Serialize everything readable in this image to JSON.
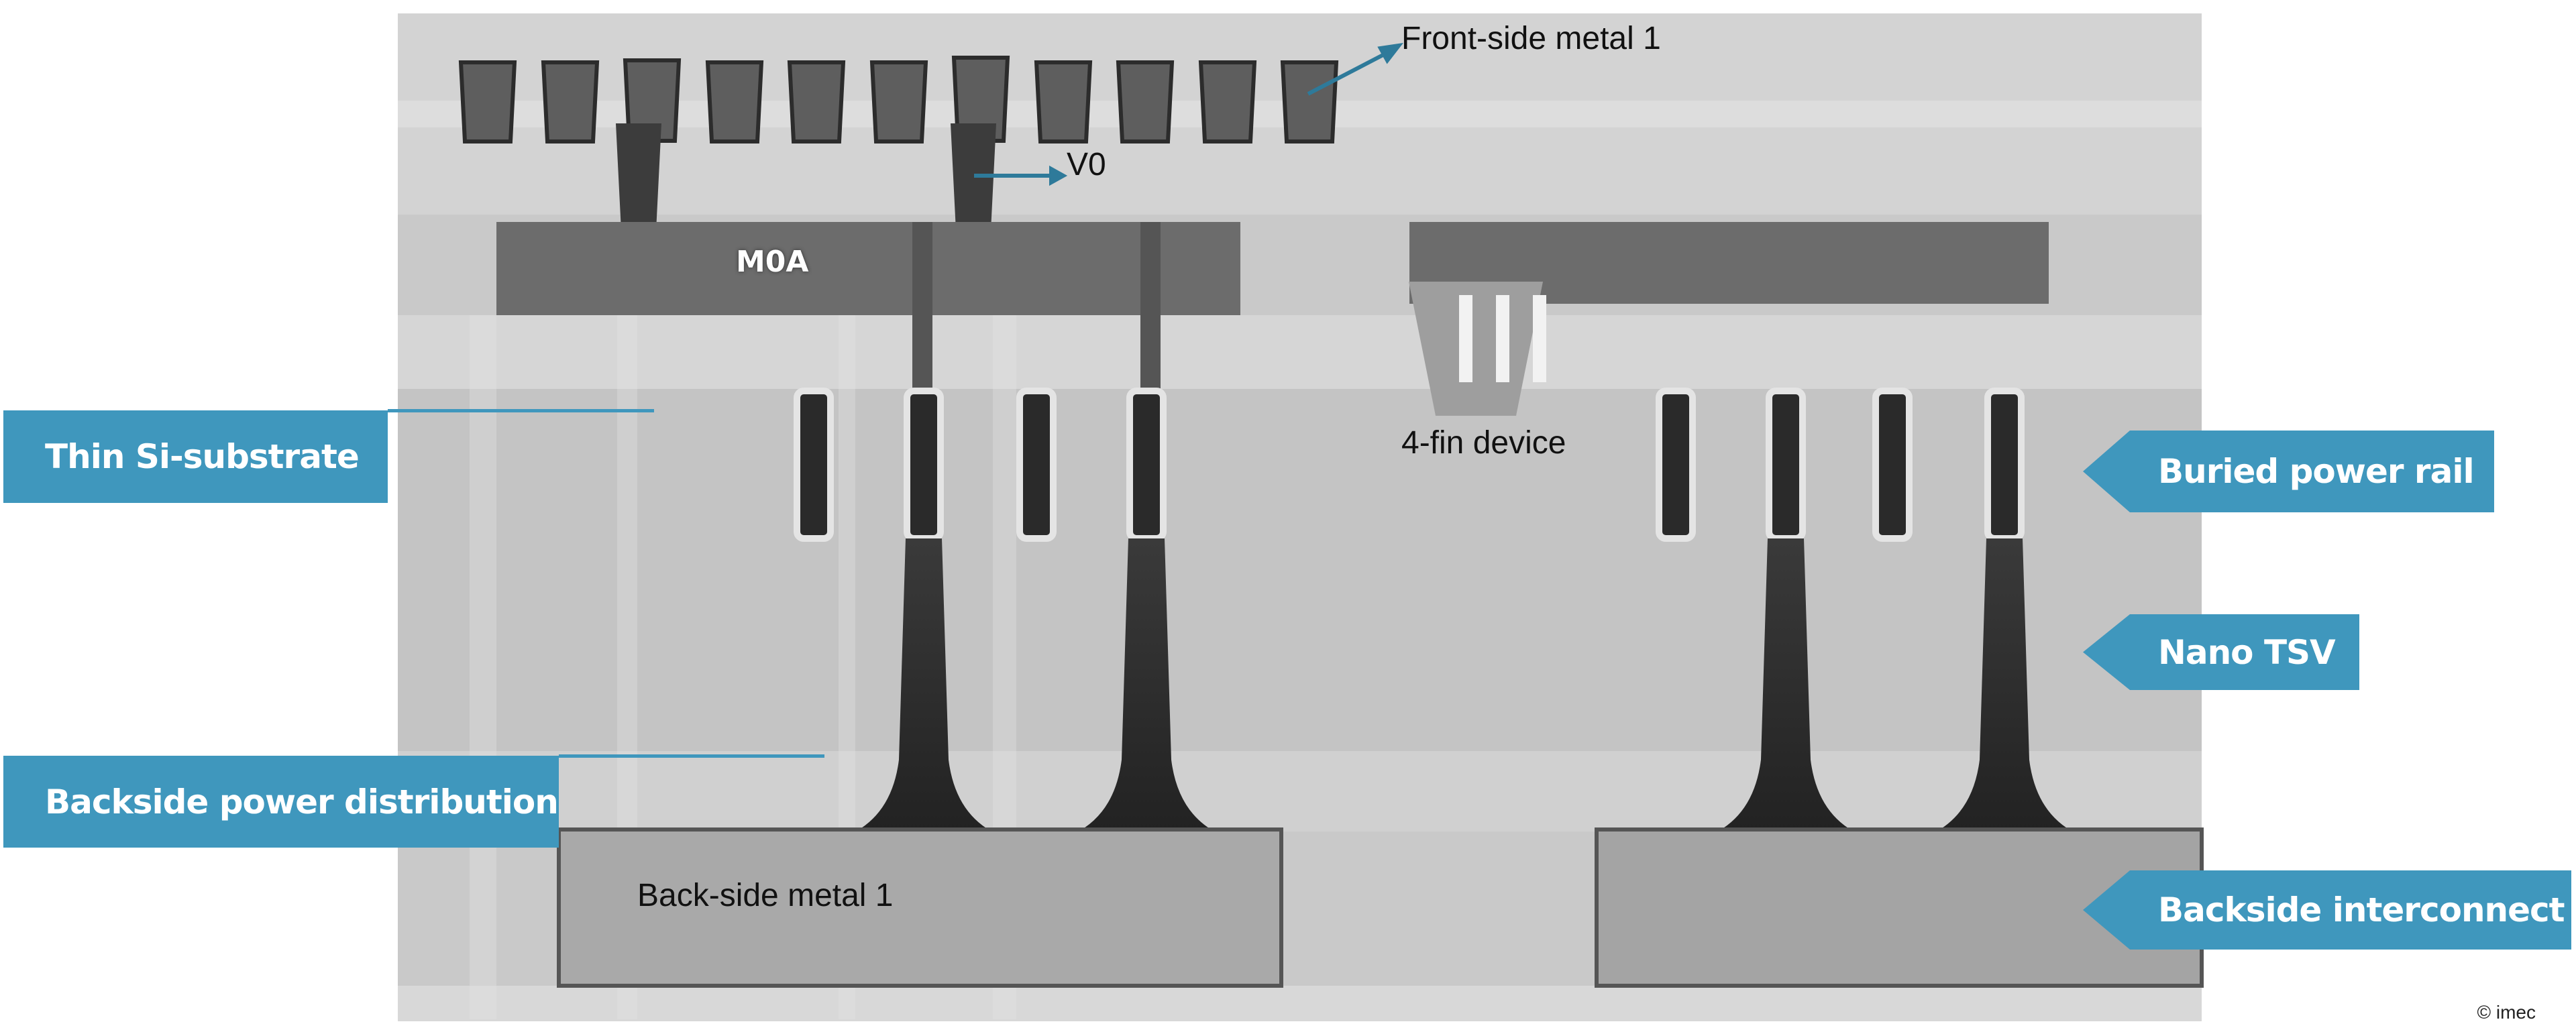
{
  "image": {
    "accent_color": "#3f97bd",
    "in_image_labels": {
      "front_side_metal_1": "Front-side metal 1",
      "v0": "V0",
      "m0a": "M0A",
      "four_fin_device": "4-fin device",
      "back_side_metal_1": "Back-side metal 1"
    }
  },
  "callouts": {
    "thin_si_substrate": "Thin Si-substrate",
    "backside_power_distribution": "Backside power distribution",
    "buried_power_rail": "Buried power rail",
    "nano_tsv": "Nano TSV",
    "backside_interconnect": "Backside interconnect"
  },
  "copyright": "© imec"
}
